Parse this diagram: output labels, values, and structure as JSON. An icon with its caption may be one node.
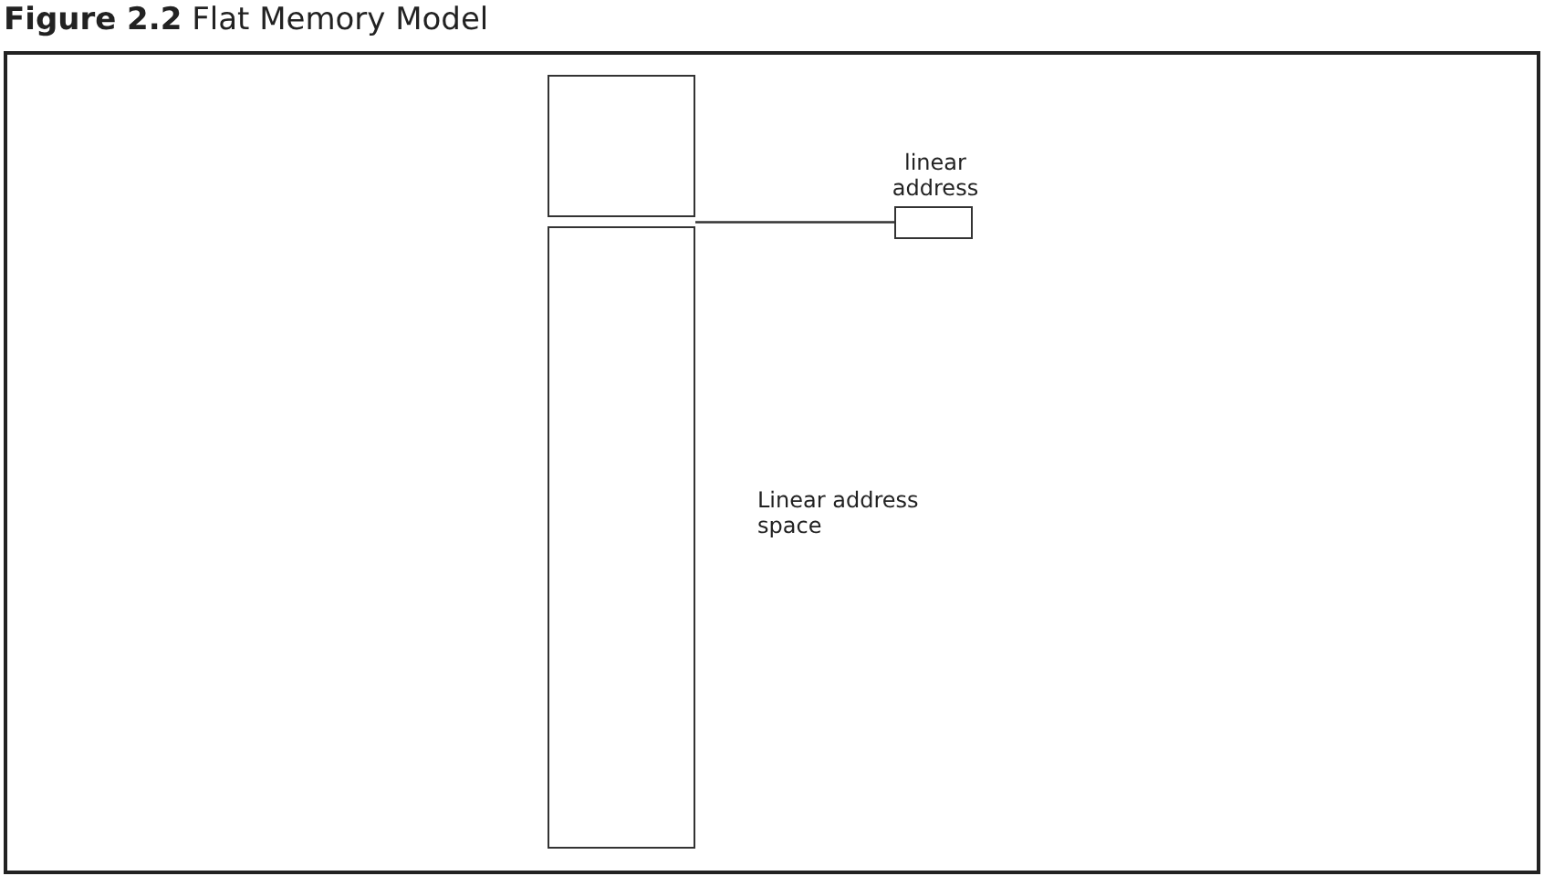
{
  "diagram": {
    "title": "**Figure 2.2** Flat Memory Model",
    "nodes": [
      {
        "text": [],
        "shape": "box",
        "beside": [
          "Linear address space"
        ]
      },
      {
        "text": [],
        "shape": "bar",
        "in": 0
      },
      {
        "text": [
          "linear address"
        ]
      }
    ],
    "edges": [
      {
        "from": 1,
        "to": 2,
        "arrow": "none"
      }
    ]
  }
}
